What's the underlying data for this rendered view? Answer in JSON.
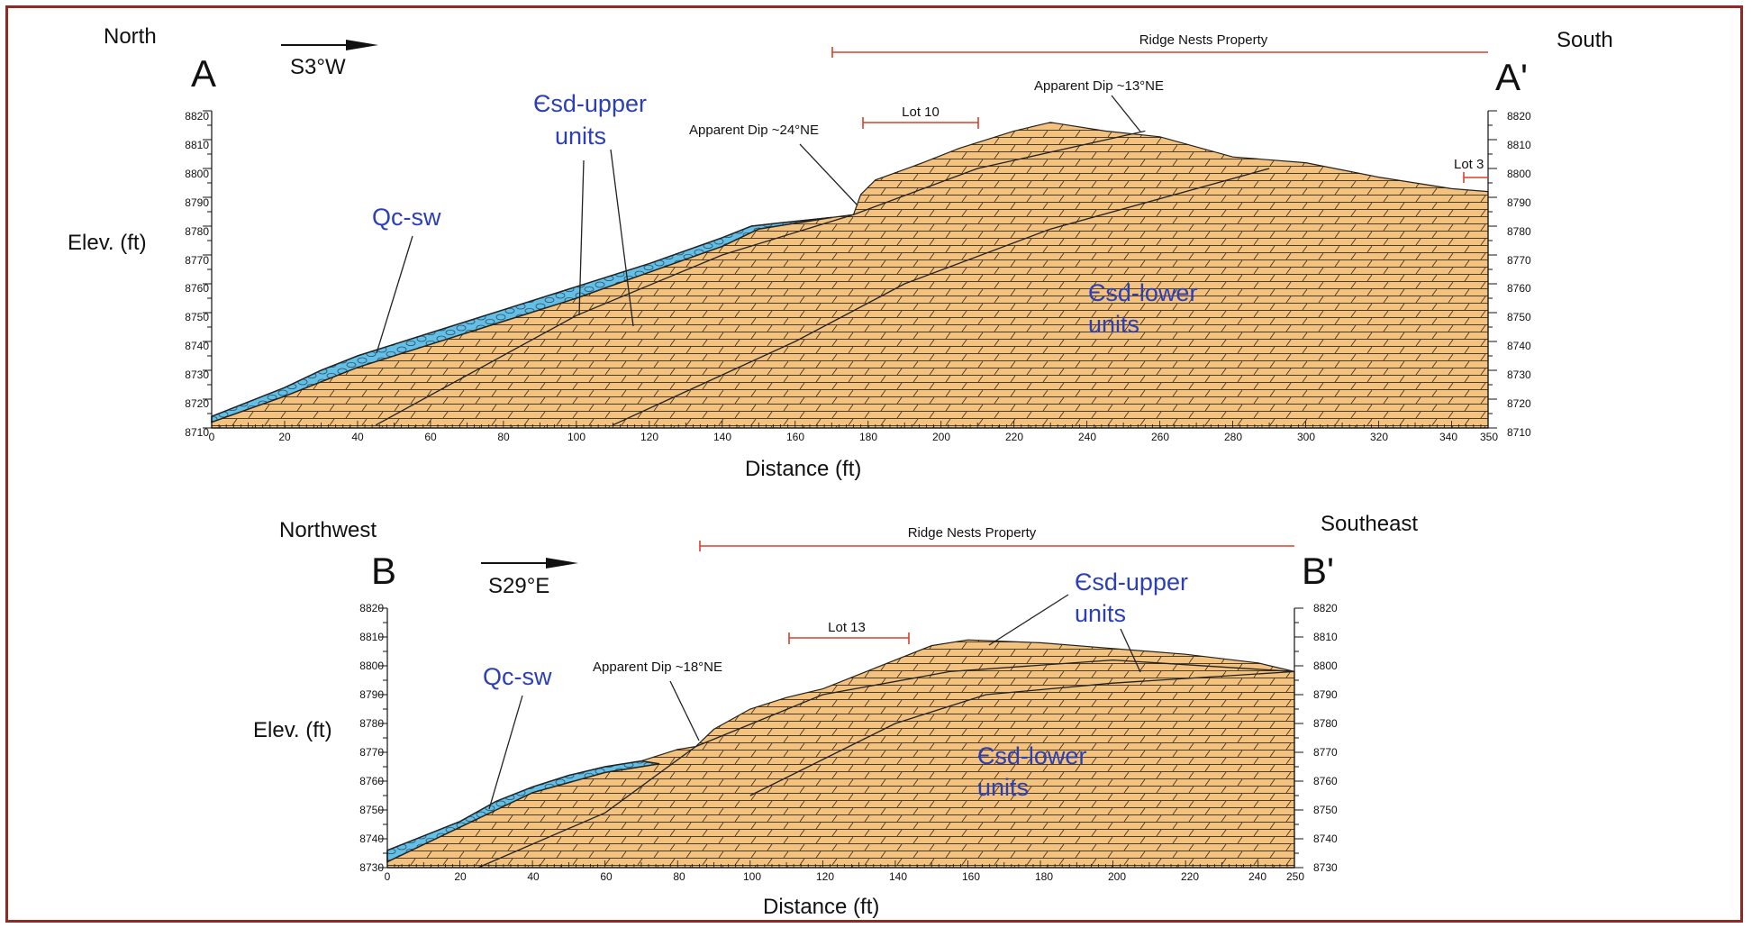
{
  "colors": {
    "border": "#8e2a24",
    "bedrock_fill": "#f2c27e",
    "colluvium_fill": "#63bfe6",
    "unit_label": "#2b3fb8",
    "property_line": "#d9412b",
    "bed_line": "#3a2b18"
  },
  "sections": [
    {
      "id": "A",
      "left_direction": "North",
      "right_direction": "South",
      "left_marker": "A",
      "right_marker": "A'",
      "bearing": "S3°W",
      "elev_label": "Elev. (ft)",
      "distance_label": "Distance (ft)",
      "property_label": "Ridge Nests Property",
      "property_range_ft": [
        170,
        350
      ],
      "lots": [
        {
          "label": "Lot 10",
          "range_ft": [
            178,
            210
          ]
        },
        {
          "label": "Lot 3",
          "range_ft": [
            344,
            350
          ]
        }
      ],
      "dip_annotations": [
        "Apparent Dip ~24°NE",
        "Apparent Dip ~13°NE"
      ],
      "units": {
        "colluvium": "Qc-sw",
        "upper": [
          "Єsd-upper",
          "units"
        ],
        "lower": [
          "Єsd-lower",
          "units"
        ]
      },
      "elev_ticks": [
        "8710",
        "8720",
        "8730",
        "8740",
        "8750",
        "8760",
        "8770",
        "8780",
        "8790",
        "8800",
        "8810",
        "8820"
      ],
      "dist_ticks": [
        "0",
        "20",
        "40",
        "60",
        "80",
        "100",
        "120",
        "140",
        "160",
        "180",
        "200",
        "220",
        "240",
        "260",
        "280",
        "300",
        "320",
        "340",
        "350"
      ],
      "x_range_ft": [
        0,
        350
      ],
      "elev_range_ft": [
        8710,
        8820
      ],
      "ground_profile": [
        [
          0,
          8714
        ],
        [
          10,
          8719
        ],
        [
          20,
          8724
        ],
        [
          30,
          8730
        ],
        [
          40,
          8735
        ],
        [
          50,
          8739
        ],
        [
          60,
          8743
        ],
        [
          70,
          8747
        ],
        [
          80,
          8751
        ],
        [
          100,
          8759
        ],
        [
          120,
          8767
        ],
        [
          140,
          8776
        ],
        [
          148,
          8780
        ],
        [
          155,
          8781
        ],
        [
          170,
          8783
        ],
        [
          176,
          8784
        ],
        [
          178,
          8791
        ],
        [
          182,
          8796
        ],
        [
          195,
          8802
        ],
        [
          205,
          8807
        ],
        [
          220,
          8813
        ],
        [
          230,
          8816
        ],
        [
          245,
          8813
        ],
        [
          260,
          8811
        ],
        [
          280,
          8804
        ],
        [
          300,
          8802
        ],
        [
          320,
          8797
        ],
        [
          340,
          8793
        ],
        [
          350,
          8792
        ]
      ],
      "colluvium_base": [
        [
          0,
          8712
        ],
        [
          20,
          8721
        ],
        [
          40,
          8731
        ],
        [
          60,
          8739
        ],
        [
          80,
          8747
        ],
        [
          100,
          8755
        ],
        [
          120,
          8764
        ],
        [
          140,
          8773
        ],
        [
          150,
          8779
        ],
        [
          160,
          8781
        ],
        [
          170,
          8783
        ]
      ],
      "contacts": [
        [
          [
            45,
            8711
          ],
          [
            100,
            8749
          ],
          [
            140,
            8770
          ],
          [
            176,
            8784
          ],
          [
            210,
            8800
          ],
          [
            256,
            8813
          ]
        ],
        [
          [
            110,
            8711
          ],
          [
            160,
            8740
          ],
          [
            190,
            8760
          ],
          [
            230,
            8779
          ],
          [
            290,
            8800
          ]
        ]
      ]
    },
    {
      "id": "B",
      "left_direction": "Northwest",
      "right_direction": "Southeast",
      "left_marker": "B",
      "right_marker": "B'",
      "bearing": "S29°E",
      "elev_label": "Elev. (ft)",
      "distance_label": "Distance (ft)",
      "property_label": "Ridge Nests Property",
      "property_range_ft": [
        86,
        250
      ],
      "lots": [
        {
          "label": "Lot 13",
          "range_ft": [
            110,
            143
          ]
        }
      ],
      "dip_annotations": [
        "Apparent Dip ~18°NE"
      ],
      "units": {
        "colluvium": "Qc-sw",
        "upper": [
          "Єsd-upper",
          "units"
        ],
        "lower": [
          "Єsd-lower",
          "units"
        ]
      },
      "elev_ticks": [
        "8730",
        "8740",
        "8750",
        "8760",
        "8770",
        "8780",
        "8790",
        "8800",
        "8810",
        "8820"
      ],
      "dist_ticks": [
        "0",
        "20",
        "40",
        "60",
        "80",
        "100",
        "120",
        "140",
        "160",
        "180",
        "200",
        "220",
        "240",
        "250"
      ],
      "x_range_ft": [
        0,
        250
      ],
      "elev_range_ft": [
        8730,
        8820
      ],
      "ground_profile": [
        [
          0,
          8736
        ],
        [
          10,
          8741
        ],
        [
          20,
          8746
        ],
        [
          30,
          8753
        ],
        [
          40,
          8758
        ],
        [
          50,
          8762
        ],
        [
          60,
          8765
        ],
        [
          70,
          8767
        ],
        [
          80,
          8771
        ],
        [
          85,
          8772
        ],
        [
          90,
          8778
        ],
        [
          100,
          8785
        ],
        [
          110,
          8789
        ],
        [
          120,
          8792
        ],
        [
          140,
          8802
        ],
        [
          150,
          8807
        ],
        [
          160,
          8809
        ],
        [
          180,
          8808
        ],
        [
          200,
          8806
        ],
        [
          220,
          8804
        ],
        [
          240,
          8801
        ],
        [
          250,
          8798
        ]
      ],
      "colluvium_base": [
        [
          0,
          8732
        ],
        [
          20,
          8744
        ],
        [
          30,
          8750
        ],
        [
          40,
          8756
        ],
        [
          60,
          8763
        ],
        [
          75,
          8766
        ]
      ],
      "contacts": [
        [
          [
            25,
            8730
          ],
          [
            60,
            8749
          ],
          [
            85,
            8772
          ],
          [
            120,
            8790
          ],
          [
            155,
            8798
          ],
          [
            200,
            8802
          ],
          [
            250,
            8798
          ]
        ],
        [
          [
            100,
            8755
          ],
          [
            140,
            8780
          ],
          [
            165,
            8790
          ],
          [
            200,
            8794
          ],
          [
            250,
            8798
          ]
        ]
      ]
    }
  ]
}
